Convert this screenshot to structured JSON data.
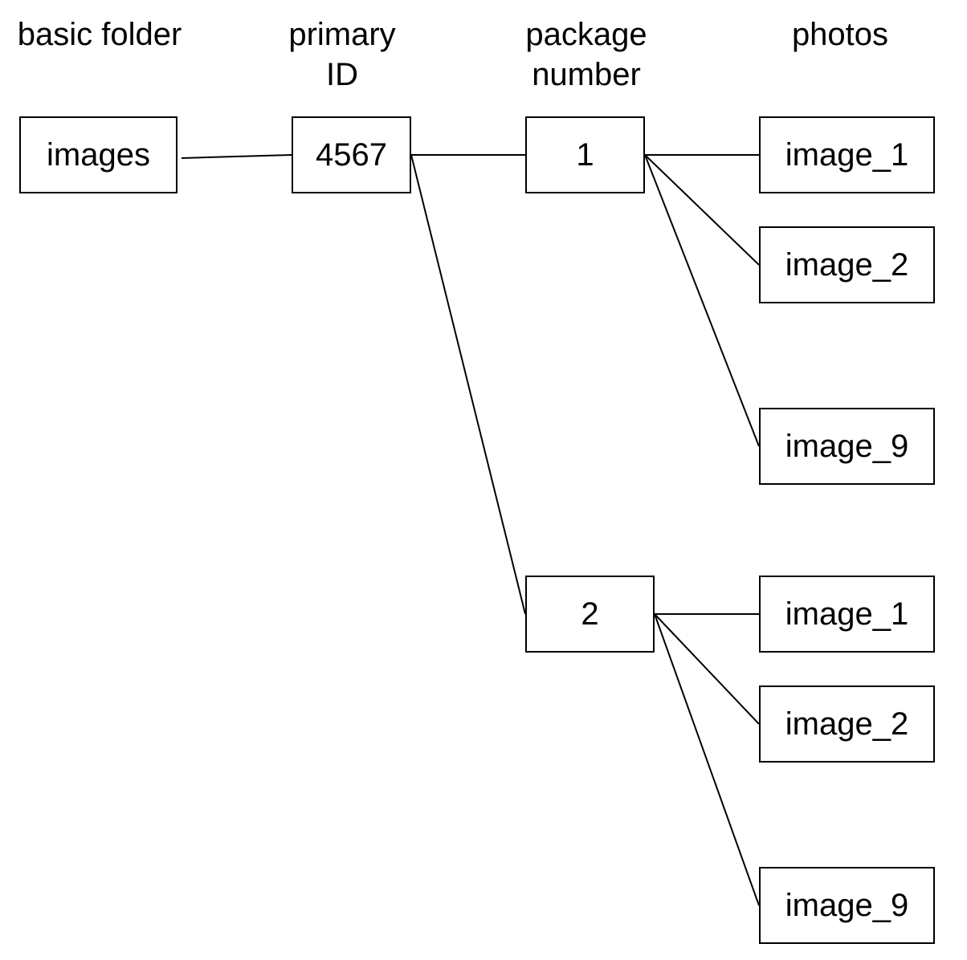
{
  "headers": {
    "basic_folder": [
      "basic folder"
    ],
    "primary_id": [
      "primary",
      "ID"
    ],
    "package_number": [
      "package",
      "number"
    ],
    "photos": [
      "photos"
    ]
  },
  "nodes": {
    "root": "images",
    "id": "4567",
    "package_1": "1",
    "package_2": "2",
    "package_1_photos": [
      "image_1",
      "image_2",
      "image_9"
    ],
    "package_2_photos": [
      "image_1",
      "image_2",
      "image_9"
    ]
  },
  "colors": {
    "stroke": "#000000",
    "background": "#ffffff"
  }
}
